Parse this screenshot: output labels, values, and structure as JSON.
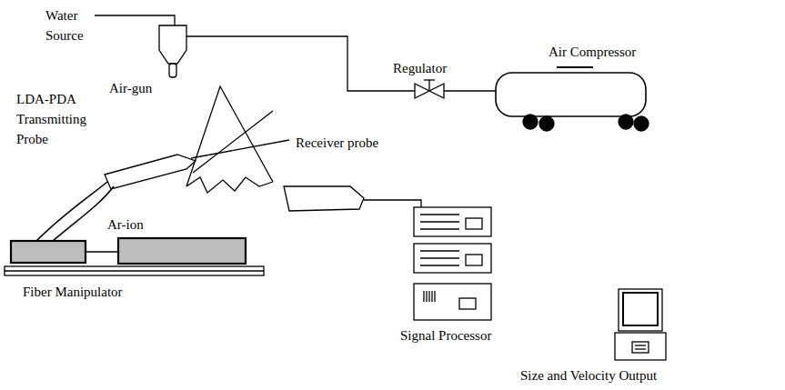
{
  "diagram": {
    "labels": [
      "Water Source",
      "Air-gun",
      "Regulator",
      "Air Compressor",
      "LDA-PDA Transmitting Probe",
      "Receiver probe",
      "Ar-ion",
      "Fiber Manipulator",
      "Signal Processor",
      "Size and Velocity Output"
    ]
  }
}
